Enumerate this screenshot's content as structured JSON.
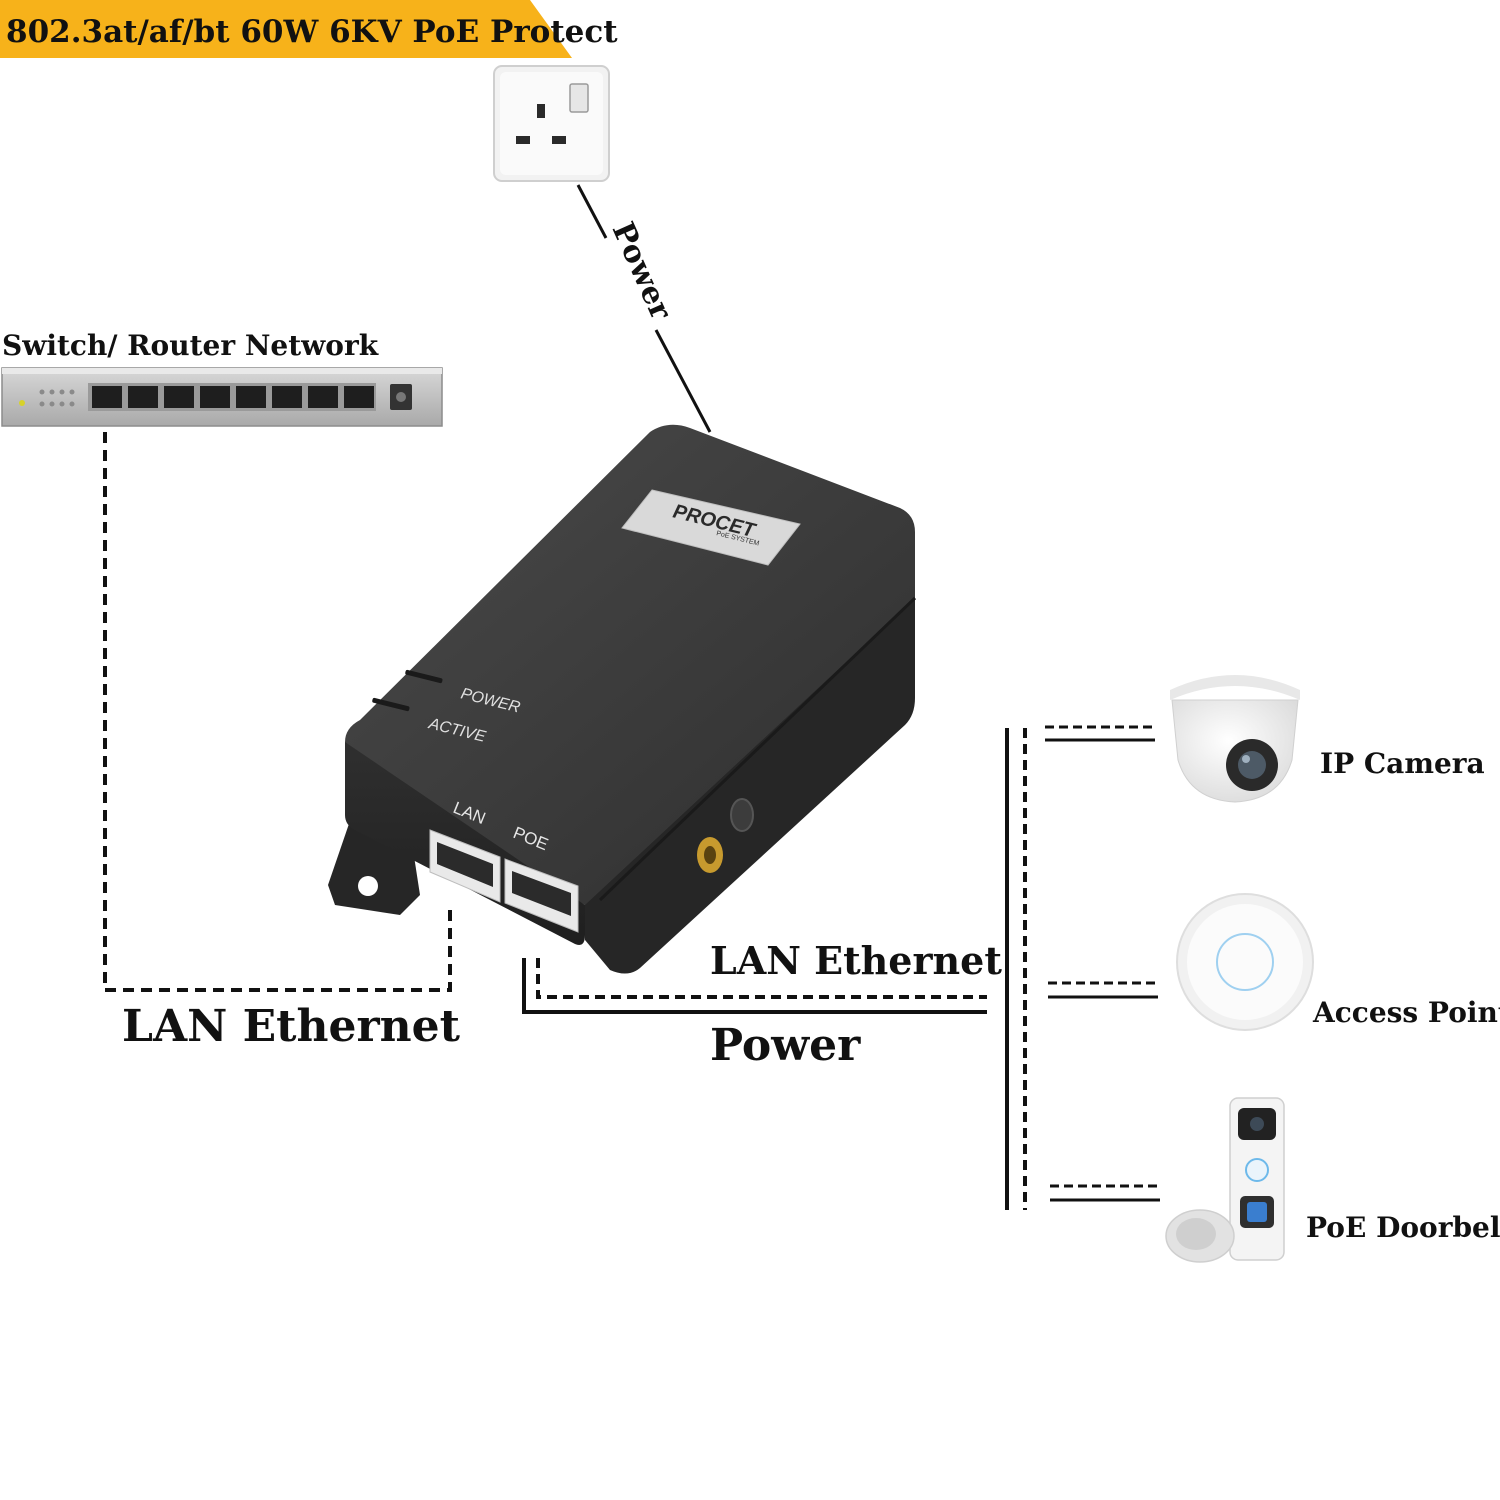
{
  "banner": {
    "text": "802.3at/af/bt 60W 6KV PoE Protect",
    "color": "#f7b21a"
  },
  "labels": {
    "switch": "Switch/ Router Network",
    "power_top": "Power",
    "lan_left": "LAN Ethernet",
    "lan_right": "LAN Ethernet",
    "power_bottom": "Power"
  },
  "injector": {
    "brand": "PROCET",
    "brand_sub": "PoE SYSTEM",
    "led_power": "POWER",
    "led_active": "ACTIVE",
    "port_lan": "LAN",
    "port_poe": "POE"
  },
  "devices": [
    {
      "name": "IP Camera",
      "icon": "dome-camera-icon"
    },
    {
      "name": "Access Point",
      "icon": "access-point-icon"
    },
    {
      "name": "PoE Doorbell",
      "icon": "doorbell-icon"
    }
  ],
  "colors": {
    "injector_body": "#3a3a3a",
    "line": "#111111"
  }
}
